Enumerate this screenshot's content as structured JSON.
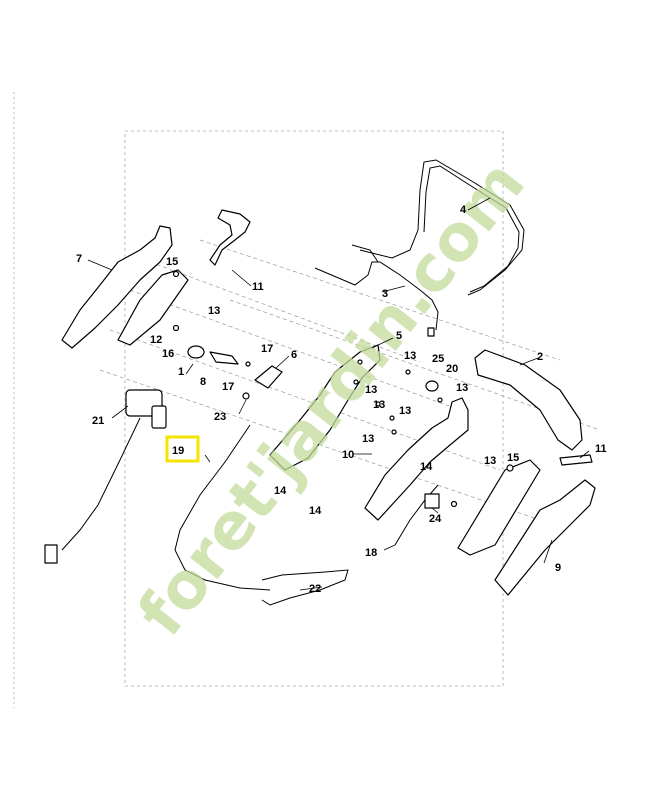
{
  "watermark": "foret'jardin.com",
  "highlight_color": "#f5e400",
  "watermark_color": "#c3dc9c",
  "labels": {
    "p2": "2",
    "p3": "3",
    "p4": "4",
    "p5": "5",
    "p6": "6",
    "p7": "7",
    "p8": "8",
    "p9": "9",
    "p10": "10",
    "p11a": "11",
    "p11b": "11",
    "p12": "12",
    "p13a": "13",
    "p13b": "13",
    "p13c": "13",
    "p13d": "13",
    "p13e": "13",
    "p13f": "13",
    "p13g": "13",
    "p13h": "13",
    "p14a": "14",
    "p14b": "14",
    "p14c": "14",
    "p15a": "15",
    "p15b": "15",
    "p16": "16",
    "p17a": "17",
    "p17b": "17",
    "p18": "18",
    "p1": "1",
    "p19": "19",
    "p20": "20",
    "p21": "21",
    "p22": "22",
    "p23": "23",
    "p24": "24",
    "p25": "25"
  }
}
